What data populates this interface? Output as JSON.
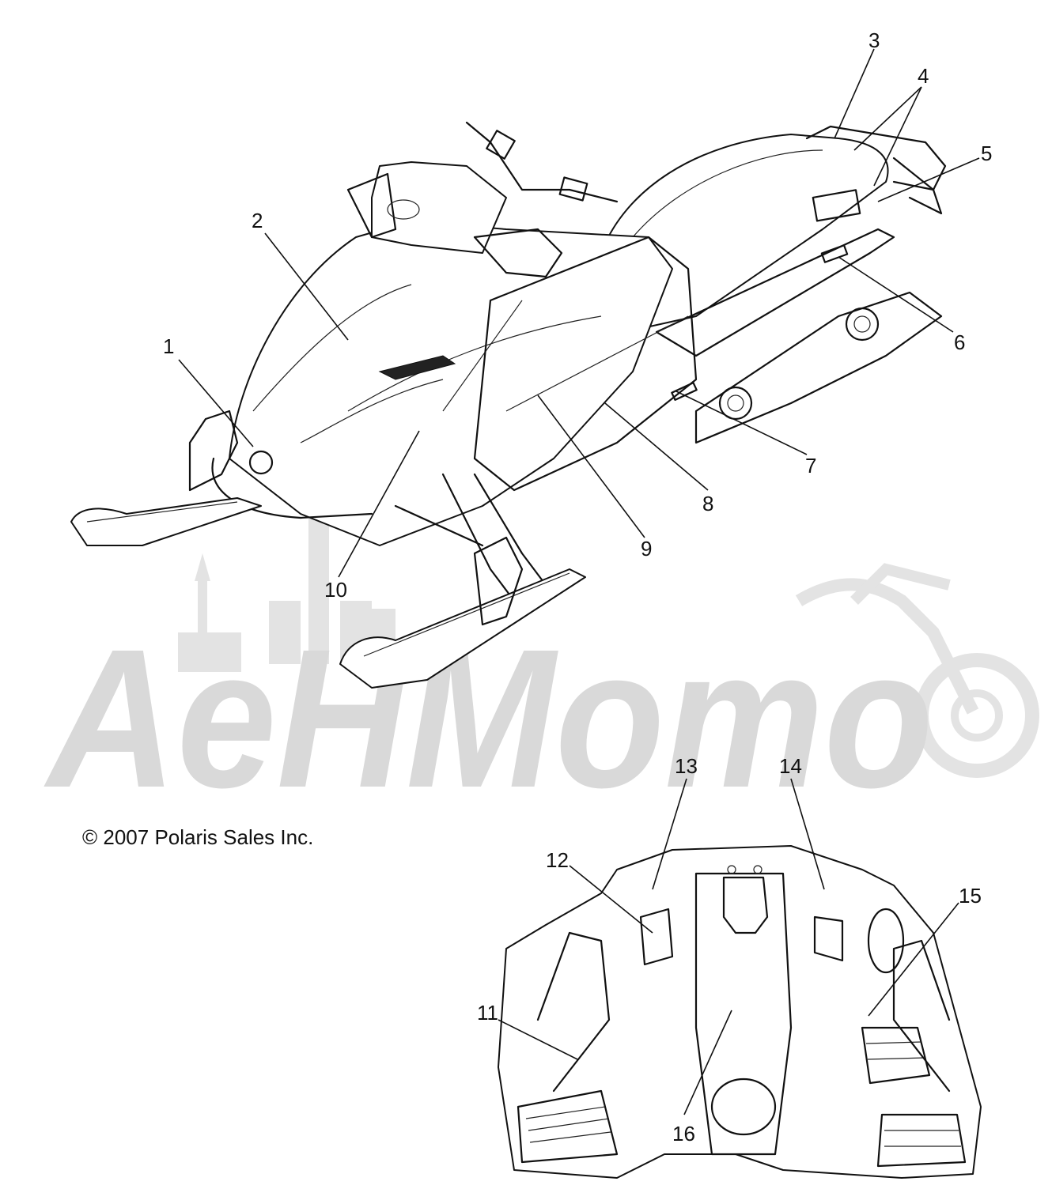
{
  "watermark": {
    "text": "AeHMomo",
    "color": "#d9d9d9"
  },
  "copyright": "©  2007 Polaris Sales Inc.",
  "callouts": [
    {
      "id": "1",
      "label": "1"
    },
    {
      "id": "2",
      "label": "2"
    },
    {
      "id": "3",
      "label": "3"
    },
    {
      "id": "4",
      "label": "4"
    },
    {
      "id": "5",
      "label": "5"
    },
    {
      "id": "6",
      "label": "6"
    },
    {
      "id": "7",
      "label": "7"
    },
    {
      "id": "8",
      "label": "8"
    },
    {
      "id": "9",
      "label": "9"
    },
    {
      "id": "10",
      "label": "10"
    },
    {
      "id": "11",
      "label": "11"
    },
    {
      "id": "12",
      "label": "12"
    },
    {
      "id": "13",
      "label": "13"
    },
    {
      "id": "14",
      "label": "14"
    },
    {
      "id": "15",
      "label": "15"
    },
    {
      "id": "16",
      "label": "16"
    }
  ],
  "colors": {
    "line": "#111111",
    "watermark": "#d9d9d9",
    "background": "#ffffff"
  }
}
